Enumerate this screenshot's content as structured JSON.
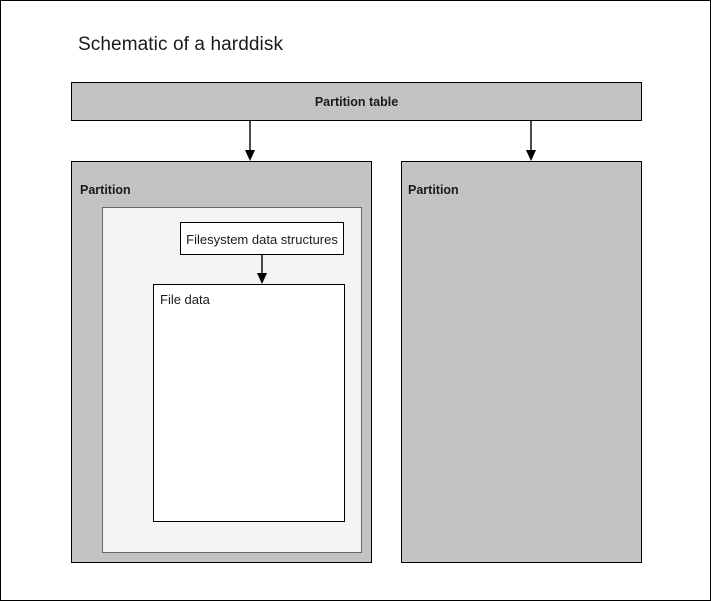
{
  "diagram": {
    "title": "Schematic of a harddisk",
    "partition_table": {
      "label": "Partition table"
    },
    "partitions": [
      {
        "label": "Partition",
        "filesystem_box": {
          "label": "Filesystem data structures"
        },
        "file_data_box": {
          "label": "File data"
        }
      },
      {
        "label": "Partition"
      }
    ],
    "colors": {
      "gray_fill": "#c3c3c3",
      "inner_fill": "#f4f4f4",
      "white_fill": "#ffffff",
      "stroke": "#000000",
      "inner_stroke": "#666666",
      "text": "#1a1a1a"
    }
  }
}
